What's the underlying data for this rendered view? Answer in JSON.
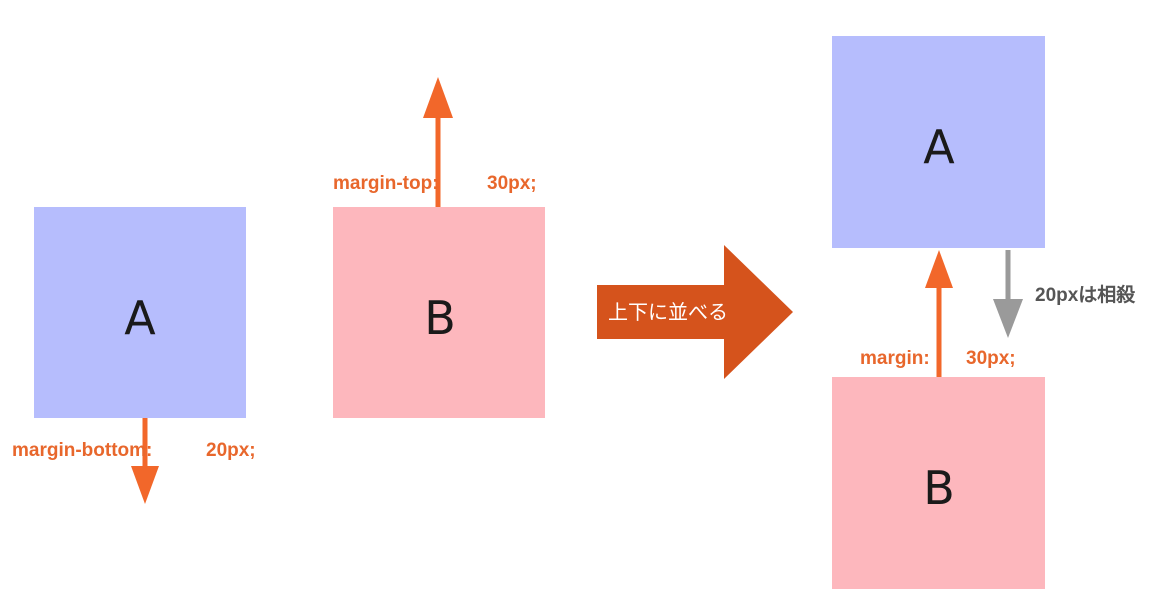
{
  "colors": {
    "box_a": "#b6bdfd",
    "box_b": "#fdb7bd",
    "margin_arrow": "#f2672a",
    "big_arrow": "#d5531c",
    "gray_arrow": "#9a9a9a",
    "margin_text": "#e8672c",
    "gray_text": "#555555"
  },
  "before": {
    "box_a": {
      "letter": "A",
      "label": "margin-bottom:",
      "value": "20px;"
    },
    "box_b": {
      "letter": "B",
      "label": "margin-top:",
      "value": "30px;"
    }
  },
  "transition": {
    "caption": "上下に並べる",
    "icon": "right-arrow-icon"
  },
  "after": {
    "box_a": {
      "letter": "A"
    },
    "box_b": {
      "letter": "B"
    },
    "margin_label": "margin:",
    "margin_value": "30px;",
    "cancel_note": "20pxは相殺",
    "up_icon": "up-arrow-icon",
    "down_icon": "down-arrow-icon"
  }
}
